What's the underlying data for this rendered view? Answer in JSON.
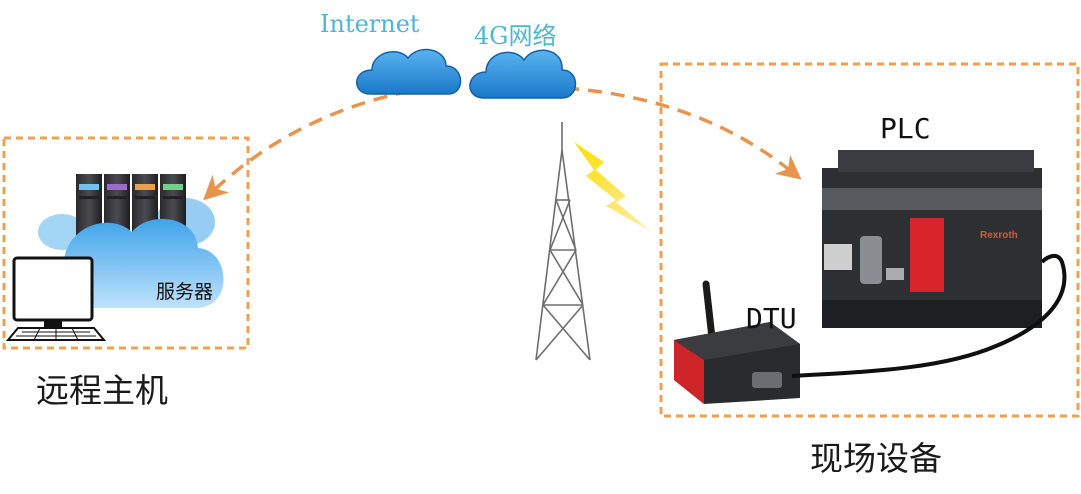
{
  "labels": {
    "internet": "Internet",
    "network_4g": "4G网络",
    "remote_host": "远程主机",
    "server": "服务器",
    "field_devices": "现场设备",
    "plc": "PLC",
    "dtu": "DTU",
    "plc_brand": "Rexroth"
  },
  "colors": {
    "dash_border": "#f0a050",
    "arrow": "#e8944f",
    "cloud_blue": "#2f8fd6",
    "label_cyan": "#4fb6cf"
  }
}
